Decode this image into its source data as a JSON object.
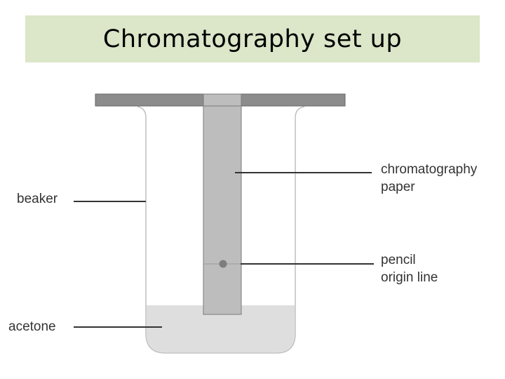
{
  "slide": {
    "title": "Chromatography set up"
  },
  "labels": {
    "beaker": "beaker",
    "acetone": "acetone",
    "paper_line1": "chromatography",
    "paper_line2": "paper",
    "origin_line1": "pencil",
    "origin_line2": "origin line"
  },
  "colors": {
    "banner": "#dce6c8",
    "support_bar": "#8a8a8a",
    "paper": "#bdbdbd",
    "liquid": "#e0e0e0",
    "leader_line": "#333333"
  }
}
